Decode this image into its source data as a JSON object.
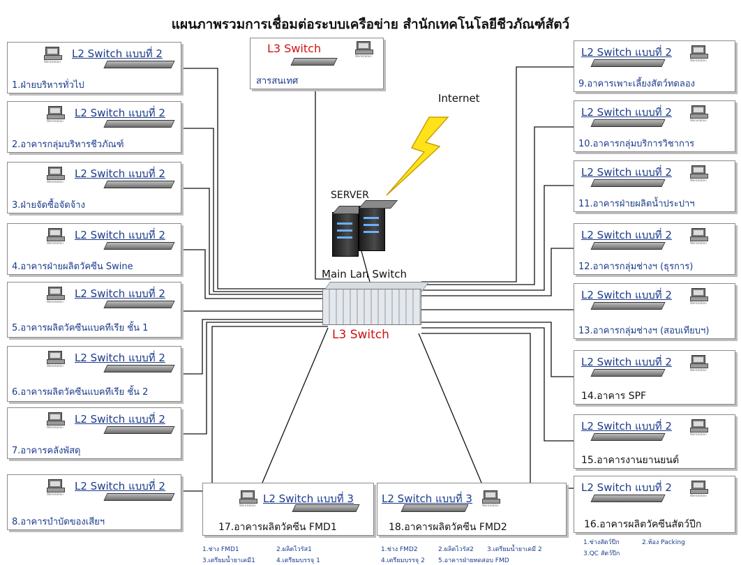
{
  "title": "แผนภาพรวมการเชื่อมต่อระบบเครือข่าย สำนักเทคโนโลยีชีวภัณฑ์สัตว์",
  "internet_label": "Internet",
  "server_label": "SERVER",
  "core_switch": {
    "top_label": "Main Lan Switch",
    "bottom_label": "L3 Switch"
  },
  "pc_label": "Workstation",
  "top_node": {
    "switch_label": "L3 Switch",
    "name": "สารสนเทศ"
  },
  "left_nodes": [
    {
      "switch_label": "L2 Switch แบบที่ 2",
      "name": "1.ฝ่ายบริหารทั่วไป"
    },
    {
      "switch_label": "L2 Switch แบบที่ 2",
      "name": "2.อาคารกลุ่มบริหารชีวภัณฑ์"
    },
    {
      "switch_label": "L2 Switch แบบที่ 2",
      "name": "3.ฝ่ายจัดซื้อจัดจ้าง"
    },
    {
      "switch_label": "L2 Switch แบบที่ 2",
      "name": "4.อาคารฝ่ายผลิตวัคซีน Swine"
    },
    {
      "switch_label": "L2 Switch แบบที่ 2",
      "name": "5.อาคารผลิตวัคซีนแบคทีเรีย ชั้น 1"
    },
    {
      "switch_label": "L2 Switch แบบที่ 2",
      "name": "6.อาคารผลิตวัคซีนแบคทีเรีย ชั้น 2"
    },
    {
      "switch_label": "L2 Switch แบบที่ 2",
      "name": "7.อาคารคลังพัสดุ"
    },
    {
      "switch_label": "L2 Switch แบบที่ 2",
      "name": "8.อาคารบำบัดของเสียฯ"
    }
  ],
  "right_nodes": [
    {
      "switch_label": "L2 Switch แบบที่ 2",
      "name": "9.อาคารเพาะเลี้ยงสัตว์ทดลอง"
    },
    {
      "switch_label": "L2 Switch แบบที่ 2",
      "name": "10.อาคารกลุ่มบริการวิชาการ"
    },
    {
      "switch_label": "L2 Switch แบบที่ 2",
      "name": "11.อาคารฝ่ายผลิตน้ำประปาฯ"
    },
    {
      "switch_label": "L2 Switch แบบที่ 2",
      "name": "12.อาคารกลุ่มช่างฯ (ธุรการ)"
    },
    {
      "switch_label": "L2 Switch แบบที่ 2",
      "name": "13.อาคารกลุ่มช่างฯ (สอบเทียบฯ)"
    },
    {
      "switch_label": "L2 Switch แบบที่ 2",
      "name": "14.อาคาร SPF"
    },
    {
      "switch_label": "L2 Switch แบบที่ 2",
      "name": "15.อาคารงานยานยนต์"
    },
    {
      "switch_label": "L2 Switch แบบที่ 2",
      "name": "16.อาคารผลิตวัคซีนสัตว์ปีก"
    }
  ],
  "bottom_nodes": [
    {
      "switch_label": "L2 Switch แบบที่ 3",
      "name": "17.อาคารผลิตวัคซีน FMD1",
      "notes": [
        "1.ช่าง FMD1",
        "2.ผลิตไวรัส1",
        "3.เตรียมน้ำยาเคมี1",
        "4.เตรียมบรรจุ 1"
      ]
    },
    {
      "switch_label": "L2 Switch แบบที่ 3",
      "name": "18.อาคารผลิตวัคซีน FMD2",
      "notes": [
        "1.ช่าง FMD2",
        "2.ผลิตไวรัส2",
        "3.เตรียมน้ำยาเคมี 2",
        "4.เตรียมบรรจุ 2",
        "5.อาคารฝ่ายทดสอบ FMD"
      ]
    }
  ],
  "node16_notes": [
    "1.ช่างสัตว์ปีก",
    "2.ห้อง Packing",
    "3.QC สัตว์ปีก"
  ]
}
